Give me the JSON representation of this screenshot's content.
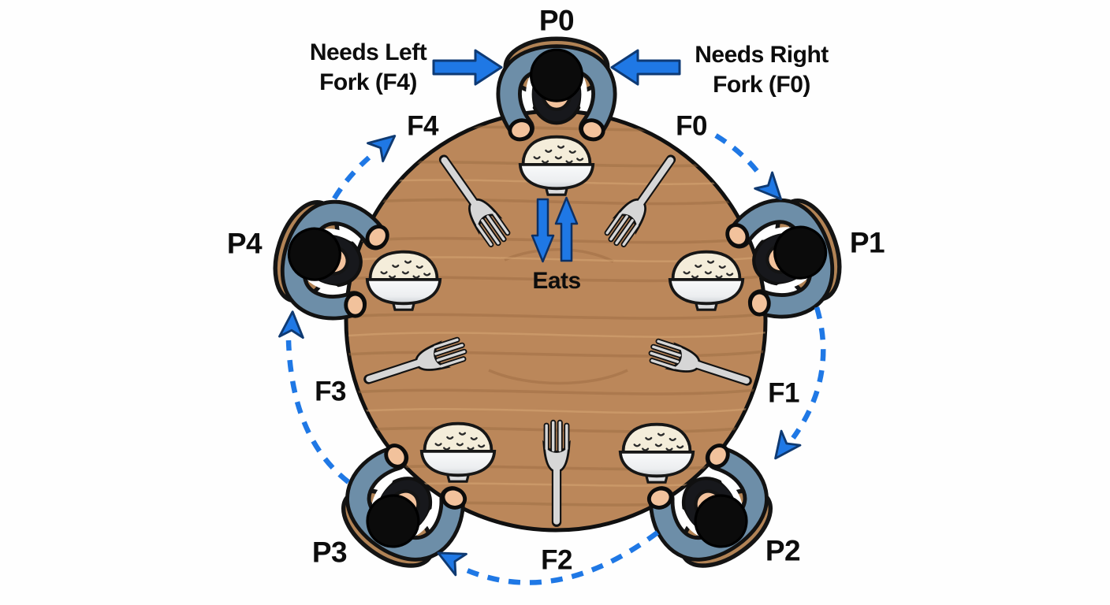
{
  "diagram": {
    "philosophers": [
      {
        "label": "P0"
      },
      {
        "label": "P1"
      },
      {
        "label": "P2"
      },
      {
        "label": "P3"
      },
      {
        "label": "P4"
      }
    ],
    "forks": [
      {
        "label": "F0"
      },
      {
        "label": "F1"
      },
      {
        "label": "F2"
      },
      {
        "label": "F3"
      },
      {
        "label": "F4"
      }
    ],
    "annotations": {
      "needs_left": {
        "line1": "Needs Left",
        "line2": "Fork (F4)"
      },
      "needs_right": {
        "line1": "Needs Right",
        "line2": "Fork (F0)"
      },
      "eats": "Eats"
    },
    "colors": {
      "arrow_blue": "#1f78e5",
      "arrow_outline": "#0e3a75",
      "table_wood": "#bb875a",
      "wood_grain": "#9a6a40",
      "chair_wood": "#b28355",
      "shirt_blue": "#6d8ea8",
      "skin": "#f2c29c",
      "rice": "#f4edda",
      "fork_metal": "#d6d6d6"
    }
  }
}
